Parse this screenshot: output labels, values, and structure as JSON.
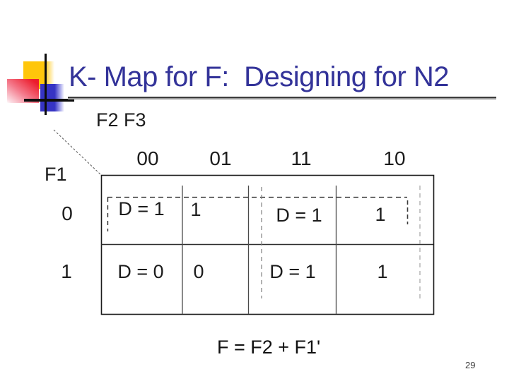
{
  "title": "K- Map for F:  Designing for N2",
  "page_number": "29",
  "formula": "F = F2 + F1'",
  "kmap": {
    "top_vars_label": "F2 F3",
    "side_var_label": "F1",
    "col_headers": [
      "00",
      "01",
      "11",
      "10"
    ],
    "row_labels": [
      "0",
      "1"
    ],
    "cells": [
      [
        "D = 1",
        "1",
        "D = 1",
        "1"
      ],
      [
        "D = 0",
        "0",
        "D = 1",
        "1"
      ]
    ],
    "groups": [
      "row F1=0 dashed group (F1')",
      "columns 11,10 dashed group (F2)"
    ]
  },
  "colors": {
    "title_text": "#333399",
    "logo_yellow": "#ffc60b",
    "logo_red": "#ec1c2c",
    "logo_blue": "#3634c4",
    "line_dark": "#1b1b1b"
  }
}
